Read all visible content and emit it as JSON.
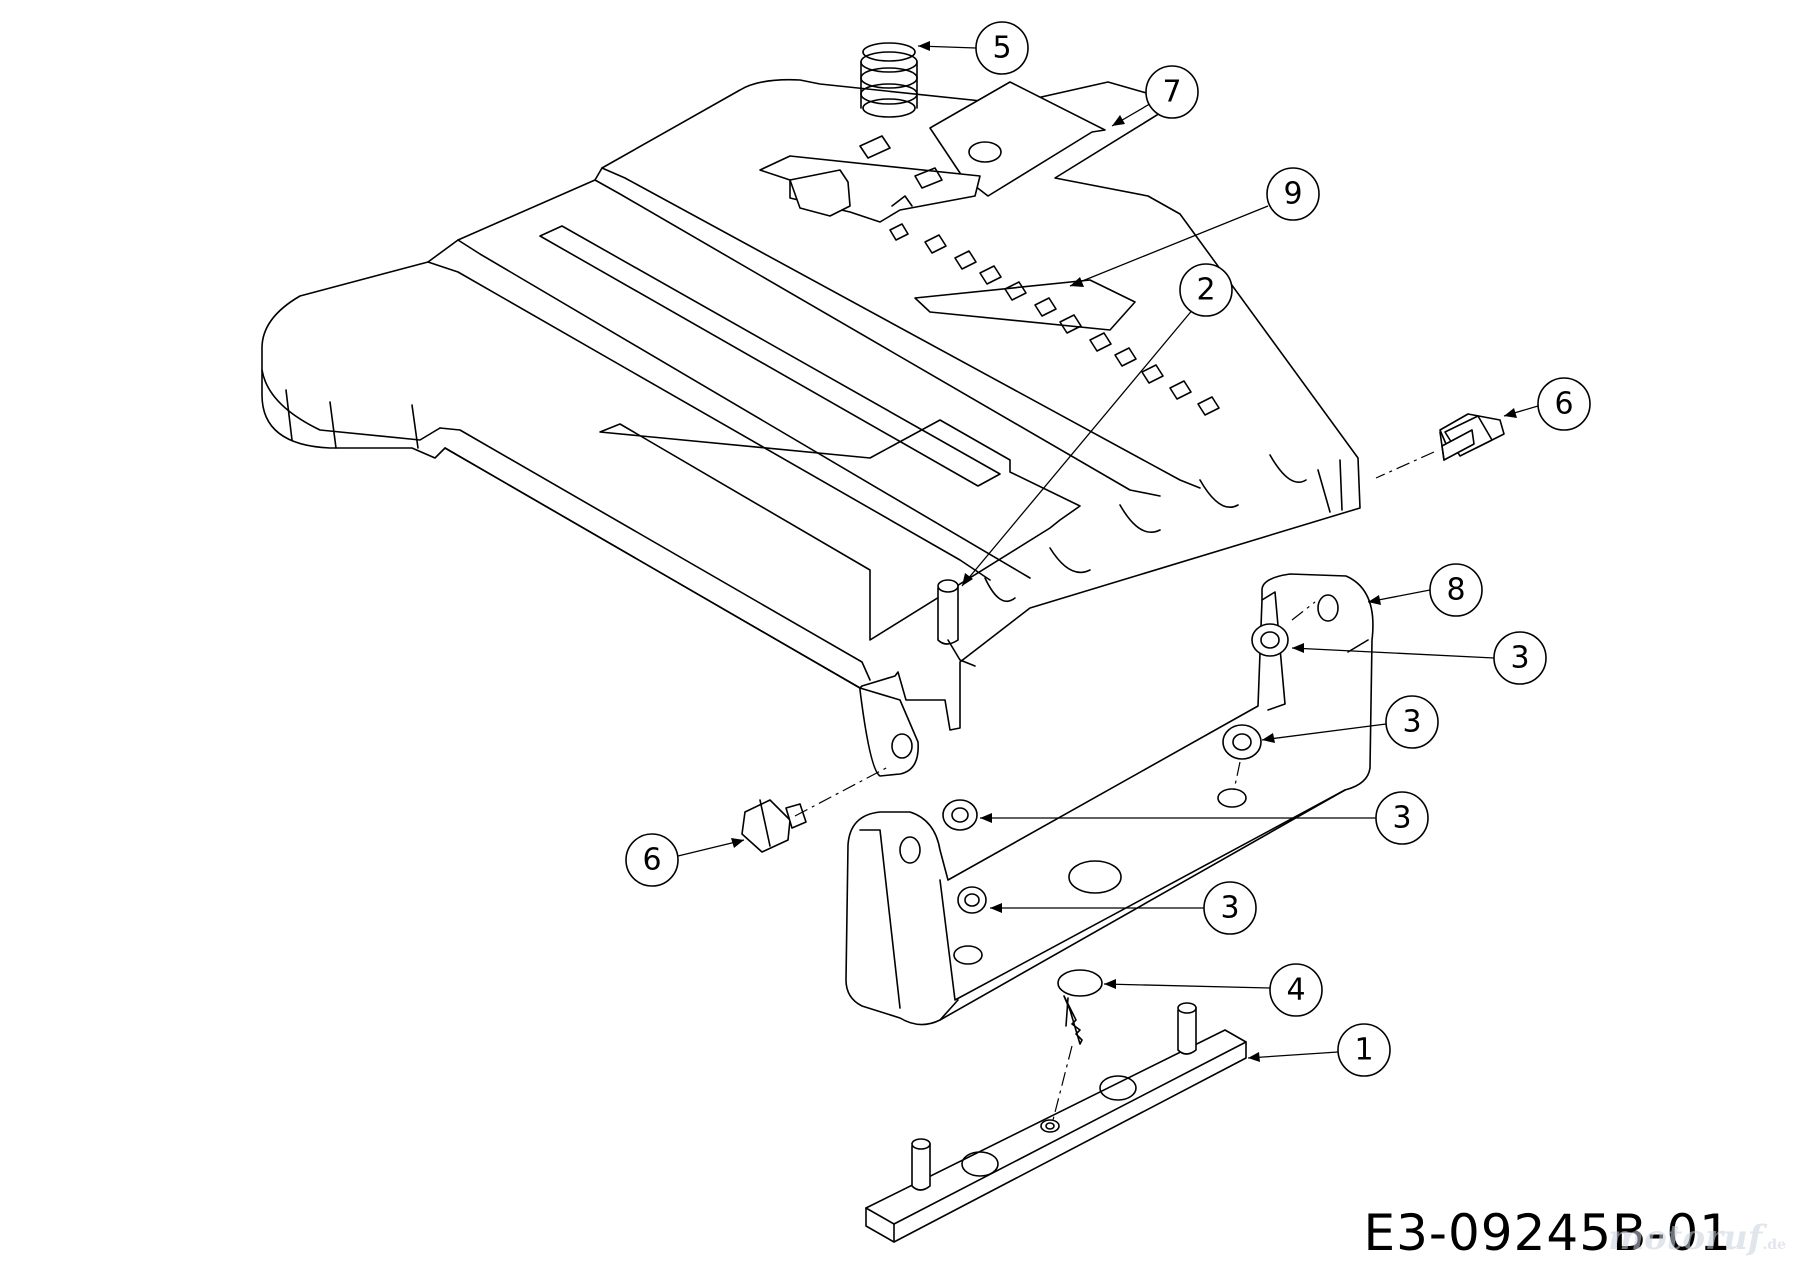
{
  "diagram": {
    "drawing_number": "E3-09245B-01",
    "watermark": "motoruf",
    "watermark_suffix": ".de",
    "callouts": [
      {
        "label": "5",
        "part": "spring"
      },
      {
        "label": "7",
        "part": "slide-latch"
      },
      {
        "label": "9",
        "part": "seat-pan"
      },
      {
        "label": "2",
        "part": "pin"
      },
      {
        "label": "6",
        "part": "shoulder-bolt"
      },
      {
        "label": "8",
        "part": "hinge-bracket"
      },
      {
        "label": "3",
        "part": "flange-nut"
      },
      {
        "label": "3",
        "part": "flange-nut"
      },
      {
        "label": "3",
        "part": "flange-nut"
      },
      {
        "label": "3",
        "part": "flange-nut"
      },
      {
        "label": "6",
        "part": "shoulder-bolt"
      },
      {
        "label": "4",
        "part": "bumper-screw"
      },
      {
        "label": "1",
        "part": "mounting-plate"
      }
    ]
  }
}
